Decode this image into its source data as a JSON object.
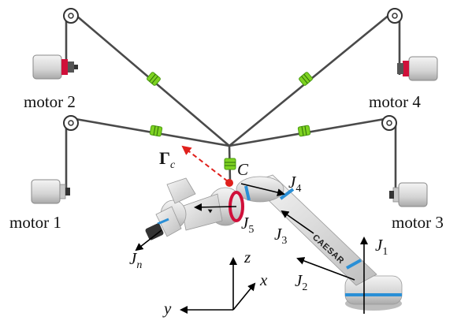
{
  "labels": {
    "motor1": "motor 1",
    "motor2": "motor 2",
    "motor3": "motor 3",
    "motor4": "motor 4",
    "gamma_main": "Γ",
    "gamma_sub": "c",
    "point_c": "C",
    "j1": "J",
    "j1_sub": "1",
    "j2": "J",
    "j2_sub": "2",
    "j3": "J",
    "j3_sub": "3",
    "j4": "J",
    "j4_sub": "4",
    "j5": "J",
    "j5_sub": "5",
    "jn": "J",
    "jn_sub": "n",
    "axis_x": "x",
    "axis_y": "y",
    "axis_z": "z",
    "brand": "CAESAR"
  },
  "colors": {
    "cable": "#4a4a4a",
    "spring": "#7ed321",
    "red_accent": "#d0103a",
    "blue_ring": "#2a8fd6",
    "force_arrow": "#e0201c"
  }
}
